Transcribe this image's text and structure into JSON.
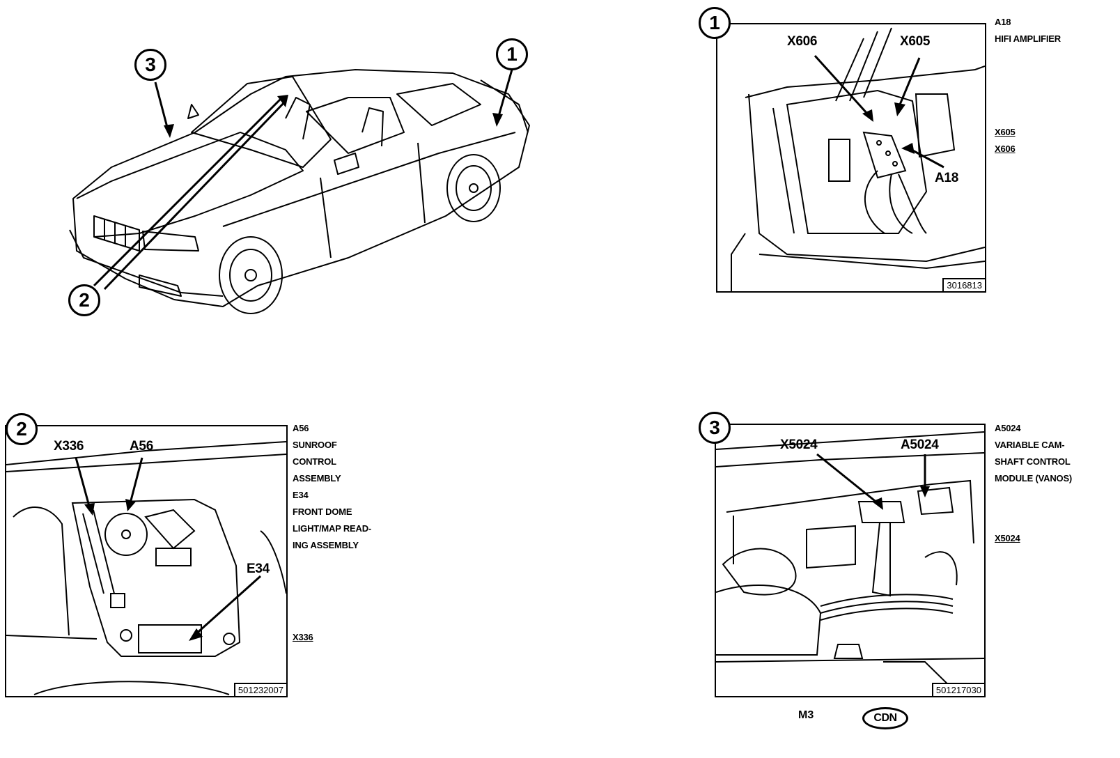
{
  "overview": {
    "callouts": [
      "3",
      "1",
      "2"
    ]
  },
  "panel1": {
    "badge": "1",
    "callouts": {
      "x606": "X606",
      "x605": "X605",
      "a18": "A18"
    },
    "figure_number": "3016813",
    "legend": {
      "a18_code": "A18",
      "a18_desc": "HIFI AMPLIFIER",
      "x605": "X605",
      "x606": "X606"
    }
  },
  "panel2": {
    "badge": "2",
    "callouts": {
      "x336": "X336",
      "a56": "A56",
      "e34": "E34"
    },
    "figure_number": "501232007",
    "legend": {
      "a56_code": "A56",
      "a56_line1": "SUNROOF",
      "a56_line2": "CONTROL",
      "a56_line3": "ASSEMBLY",
      "e34_code": "E34",
      "e34_line1": "FRONT DOME",
      "e34_line2": "LIGHT/MAP READ-",
      "e34_line3": "ING ASSEMBLY",
      "x336": "X336"
    }
  },
  "panel3": {
    "badge": "3",
    "callouts": {
      "x5024": "X5024",
      "a5024": "A5024"
    },
    "figure_number": "501217030",
    "legend": {
      "a5024_code": "A5024",
      "a5024_line1": "VARIABLE CAM-",
      "a5024_line2": "SHAFT CONTROL",
      "a5024_line3": "MODULE (VANOS)",
      "x5024": "X5024"
    }
  },
  "footer": {
    "model": "M3",
    "market": "CDN"
  }
}
